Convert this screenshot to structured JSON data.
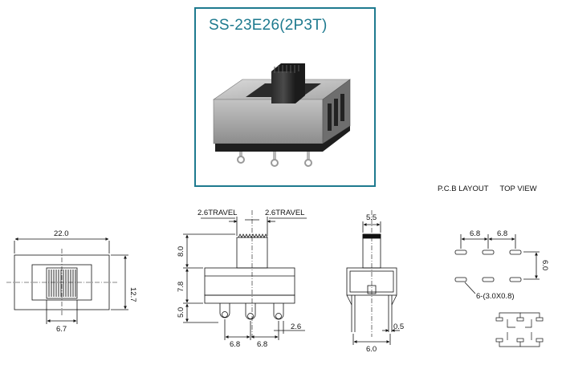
{
  "title": "SS-23E26(2P3T)",
  "pcb": {
    "layout": "P.C.B LAYOUT",
    "view": "TOP VIEW"
  },
  "top_view": {
    "width": "22.0",
    "height": "12.7",
    "knob": "6.7"
  },
  "side_view": {
    "travel_left": "2.6TRAVEL",
    "travel_right": "2.6TRAVEL",
    "knob_h": "8.0",
    "body_h": "7.8",
    "pin_h": "5.0",
    "pitch1": "6.8",
    "pitch2": "6.8",
    "pin_d": "2.6"
  },
  "end_view": {
    "knob_w": "5.5",
    "pin_span": "6.0",
    "pin_t": "0.5"
  },
  "pcb_view": {
    "pitch1": "6.8",
    "pitch2": "6.8",
    "row": "6.0",
    "pads": "6-(3.0X0.8)"
  }
}
